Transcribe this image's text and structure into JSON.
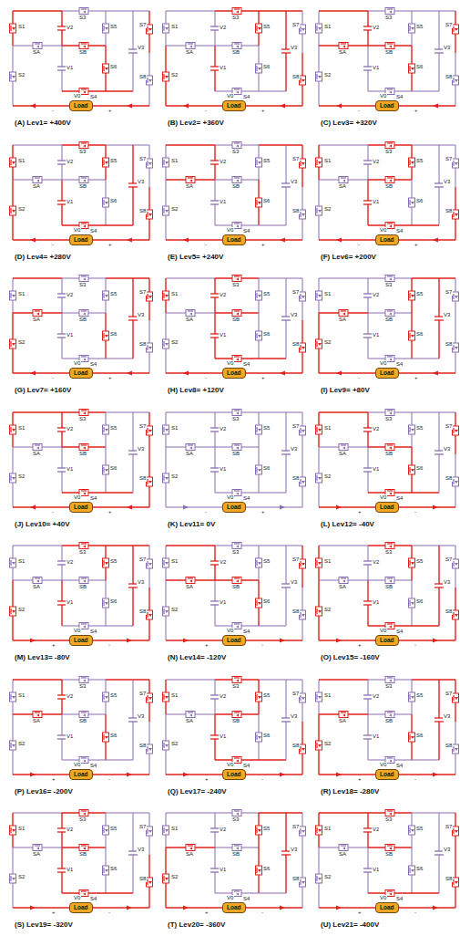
{
  "diagram": {
    "nodes": [
      {
        "text": [
          "Load"
        ]
      },
      {
        "text": [
          "Load"
        ]
      },
      {
        "text": [
          "Load"
        ]
      },
      {
        "text": [
          "Load"
        ]
      },
      {
        "text": [
          "Load"
        ]
      },
      {
        "text": [
          "Load"
        ]
      },
      {
        "text": [
          "Load"
        ]
      },
      {
        "text": [
          "Load"
        ]
      },
      {
        "text": [
          "Load"
        ]
      },
      {
        "text": [
          "Load"
        ]
      },
      {
        "text": [
          "Load"
        ]
      },
      {
        "text": [
          "Load"
        ]
      },
      {
        "text": [
          "Load"
        ]
      },
      {
        "text": [
          "Load"
        ]
      },
      {
        "text": [
          "Load"
        ]
      },
      {
        "text": [
          "Load"
        ]
      },
      {
        "text": [
          "Load"
        ]
      },
      {
        "text": [
          "Load"
        ]
      },
      {
        "text": [
          "Load"
        ]
      },
      {
        "text": [
          "Load"
        ]
      },
      {
        "text": [
          "Load"
        ]
      }
    ],
    "labels": [
      "(A) Lev1= +400V",
      "S1",
      "S2",
      "SA",
      "SB",
      "S3",
      "S4",
      "S5",
      "S6",
      "S7",
      "S8",
      "V2",
      "V1",
      "V3",
      "V0",
      "-",
      "+",
      "(B) Lev2= +360V",
      "S1",
      "S2",
      "SA",
      "SB",
      "S3",
      "S4",
      "S5",
      "S6",
      "S7",
      "S8",
      "V2",
      "V1",
      "V3",
      "V0",
      "-",
      "+",
      "(C) Lev3= +320V",
      "S1",
      "S2",
      "SA",
      "SB",
      "S3",
      "S4",
      "S5",
      "S6",
      "S7",
      "S8",
      "V2",
      "V1",
      "V3",
      "V0",
      "-",
      "+",
      "(D) Lev4= +280V",
      "S1",
      "S2",
      "SA",
      "SB",
      "S3",
      "S4",
      "S5",
      "S6",
      "S7",
      "S8",
      "V2",
      "V1",
      "V3",
      "V0",
      "-",
      "+",
      "(E) Lev5= +240V",
      "S1",
      "S2",
      "SA",
      "SB",
      "S3",
      "S4",
      "S5",
      "S6",
      "S7",
      "S8",
      "V2",
      "V1",
      "V3",
      "V0",
      "-",
      "+",
      "(F) Lev6= +200V",
      "S1",
      "S2",
      "SA",
      "SB",
      "S3",
      "S4",
      "S5",
      "S6",
      "S7",
      "S8",
      "V2",
      "V1",
      "V3",
      "V0",
      "-",
      "+",
      "(G) Lev7= +160V",
      "S1",
      "S2",
      "SA",
      "SB",
      "S3",
      "S4",
      "S5",
      "S6",
      "S7",
      "S8",
      "V2",
      "V1",
      "V3",
      "V0",
      "-",
      "+",
      "(H) Lev8= +120V",
      "S1",
      "S2",
      "SA",
      "SB",
      "S3",
      "S4",
      "S5",
      "S6",
      "S7",
      "S8",
      "V2",
      "V1",
      "V3",
      "V0",
      "-",
      "+",
      "(I) Lev9= +80V",
      "S1",
      "S2",
      "SA",
      "SB",
      "S3",
      "S4",
      "S5",
      "S6",
      "S7",
      "S8",
      "V2",
      "V1",
      "V3",
      "V0",
      "-",
      "+",
      "(J) Lev10= +40V",
      "S1",
      "S2",
      "SA",
      "SB",
      "S3",
      "S4",
      "S5",
      "S6",
      "S7",
      "S8",
      "V2",
      "V1",
      "V3",
      "V0",
      "-",
      "+",
      "(K) Lev11= 0V",
      "S1",
      "S2",
      "SA",
      "SB",
      "S3",
      "S4",
      "S5",
      "S6",
      "S7",
      "S8",
      "V2",
      "V1",
      "V3",
      "V0",
      "-",
      "+",
      "(L) Lev12= -40V",
      "S1",
      "S2",
      "SA",
      "SB",
      "S3",
      "S4",
      "S5",
      "S6",
      "S7",
      "S8",
      "V2",
      "V1",
      "V3",
      "V0",
      "+",
      "-",
      "(M) Lev13= -80V",
      "S1",
      "S2",
      "SA",
      "SB",
      "S3",
      "S4",
      "S5",
      "S6",
      "S7",
      "S8",
      "V2",
      "V1",
      "V3",
      "V0",
      "+",
      "-",
      "(N) Lev14= -120V",
      "S1",
      "S2",
      "SA",
      "SB",
      "S3",
      "S4",
      "S5",
      "S6",
      "S7",
      "S8",
      "V2",
      "V1",
      "V3",
      "V0",
      "+",
      "-",
      "(O) Lev15= -160V",
      "S1",
      "S2",
      "SA",
      "SB",
      "S3",
      "S4",
      "S5",
      "S6",
      "S7",
      "S8",
      "V2",
      "V1",
      "V3",
      "V0",
      "+",
      "-",
      "(P) Lev16= -200V",
      "S1",
      "S2",
      "SA",
      "SB",
      "S3",
      "S4",
      "S5",
      "S6",
      "S7",
      "S8",
      "V2",
      "V1",
      "V3",
      "V0",
      "+",
      "-",
      "(Q) Lev17= -240V",
      "S1",
      "S2",
      "SA",
      "SB",
      "S3",
      "S4",
      "S5",
      "S6",
      "S7",
      "S8",
      "V2",
      "V1",
      "V3",
      "V0",
      "+",
      "-",
      "(R) Lev18= -280V",
      "S1",
      "S2",
      "SA",
      "SB",
      "S3",
      "S4",
      "S5",
      "S6",
      "S7",
      "S8",
      "V2",
      "V1",
      "V3",
      "V0",
      "+",
      "-",
      "(S) Lev19= -320V",
      "S1",
      "S2",
      "SA",
      "SB",
      "S3",
      "S4",
      "S5",
      "S6",
      "S7",
      "S8",
      "V2",
      "V1",
      "V3",
      "V0",
      "+",
      "-",
      "(T) Lev20= -360V",
      "S1",
      "S2",
      "SA",
      "SB",
      "S3",
      "S4",
      "S5",
      "S6",
      "S7",
      "S8",
      "V2",
      "V1",
      "V3",
      "V0",
      "+",
      "-",
      "(U) Lev21= -400V",
      "S1",
      "S2",
      "SA",
      "SB",
      "S3",
      "S4",
      "S5",
      "S6",
      "S7",
      "S8",
      "V2",
      "V1",
      "V3",
      "V0",
      "+",
      "-"
    ]
  }
}
